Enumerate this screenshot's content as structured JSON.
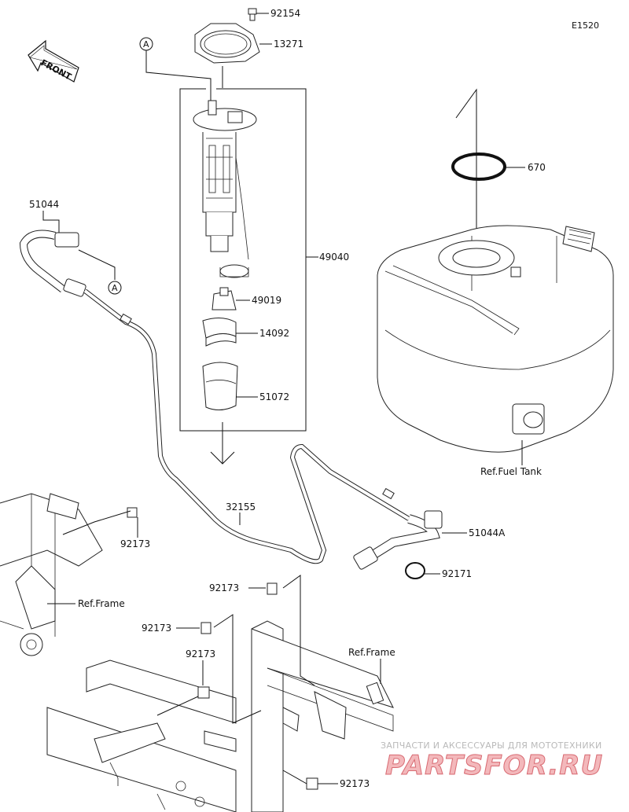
{
  "diagram_code": "E1520",
  "front_label": "FRONT",
  "callout_letter": "A",
  "parts": {
    "p92154": "92154",
    "p13271": "13271",
    "p670": "670",
    "p51044": "51044",
    "p49040": "49040",
    "p49019": "49019",
    "p14092": "14092",
    "p51072": "51072",
    "p32155": "32155",
    "p51044A": "51044A",
    "p92171": "92171",
    "p92173": "92173"
  },
  "refs": {
    "fuel_tank": "Ref.Fuel Tank",
    "frame": "Ref.Frame"
  },
  "watermark": {
    "top": "ЗАПЧАСТИ И АКСЕССУАРЫ ДЛЯ МОТОТЕХНИКИ",
    "main": "PARTSFOR.RU"
  }
}
